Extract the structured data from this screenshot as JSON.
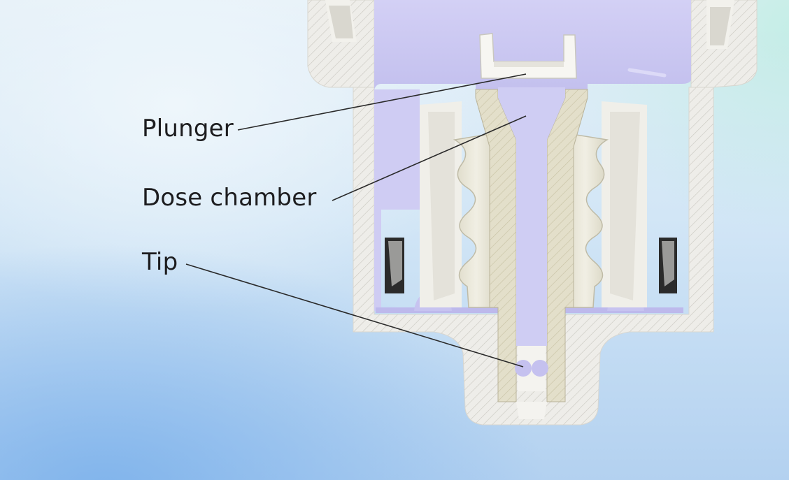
{
  "labels": {
    "plunger": "Plunger",
    "dose_chamber": "Dose chamber",
    "tip": "Tip"
  },
  "colors": {
    "housing": "#eeede9",
    "housing_hatch": "#c9c7c0",
    "liquid": "#c9c6f0",
    "inner_part": "#e3dfca",
    "inner_hatch": "#c7c1a3",
    "bellows": "#e9e6d8",
    "leader_line": "#2a2a2a"
  }
}
